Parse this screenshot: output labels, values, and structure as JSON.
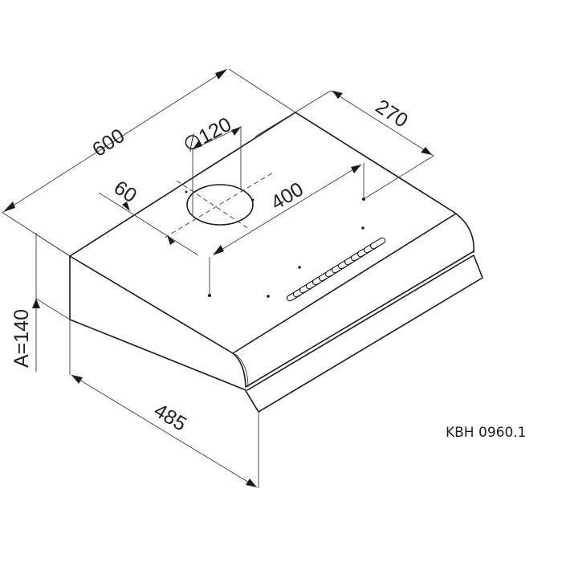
{
  "drawing": {
    "subject": "Under-cabinet cooker hood dimension drawing",
    "model_label": "KBH 0960.1",
    "colors": {
      "line": "#1a1a1a",
      "background": "#ffffff"
    }
  },
  "dimensions": {
    "width": {
      "label": "600",
      "unit": "mm"
    },
    "depth": {
      "label": "485",
      "unit": "mm"
    },
    "height": {
      "label": "A=140",
      "unit": "mm"
    },
    "outlet_diameter": {
      "label": "∅120",
      "unit": "mm"
    },
    "outlet_offset": {
      "label": "60",
      "unit": "mm"
    },
    "hole_spacing": {
      "label": "400",
      "unit": "mm"
    },
    "hole_depth": {
      "label": "270",
      "unit": "mm"
    }
  }
}
